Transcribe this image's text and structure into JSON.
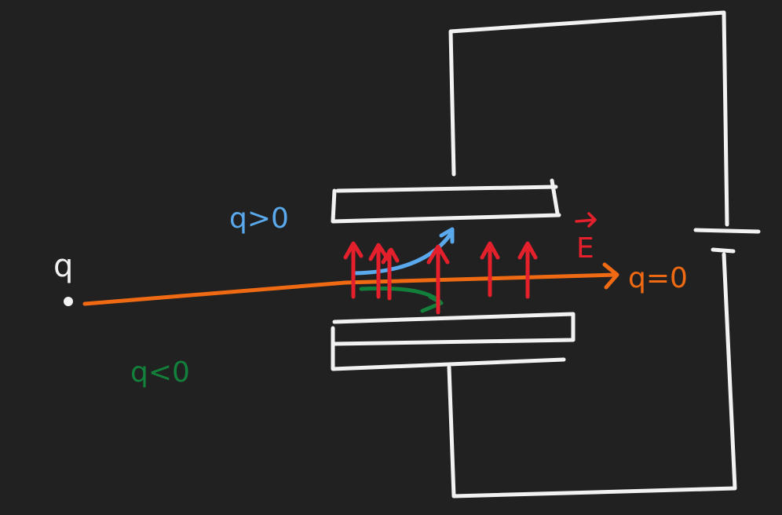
{
  "colors": {
    "background": "#212121",
    "circuit": "#f2f2f2",
    "field": "#e3202c",
    "neutral_path": "#f06a14",
    "positive_path": "#5aa9ec",
    "negative_path": "#12803a",
    "charge": "#f2f2f2"
  },
  "labels": {
    "charge": "q",
    "positive": "q>0",
    "negative": "q<0",
    "neutral": "q=0",
    "field": "E"
  }
}
